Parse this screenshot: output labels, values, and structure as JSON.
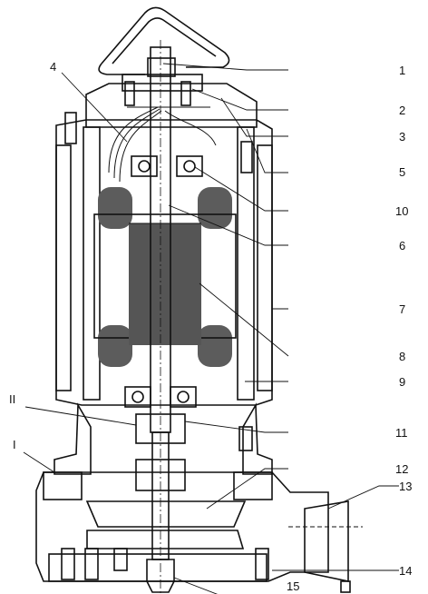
{
  "callouts": [
    {
      "id": "c1",
      "label": "1"
    },
    {
      "id": "c2",
      "label": "2"
    },
    {
      "id": "c3",
      "label": "3"
    },
    {
      "id": "c4",
      "label": "4"
    },
    {
      "id": "c5",
      "label": "5"
    },
    {
      "id": "c6",
      "label": "6"
    },
    {
      "id": "c7",
      "label": "7"
    },
    {
      "id": "c8",
      "label": "8"
    },
    {
      "id": "c9",
      "label": "9"
    },
    {
      "id": "c10",
      "label": "10"
    },
    {
      "id": "c11",
      "label": "11"
    },
    {
      "id": "c12",
      "label": "12"
    },
    {
      "id": "c13",
      "label": "13"
    },
    {
      "id": "c14",
      "label": "14"
    },
    {
      "id": "c15",
      "label": "15"
    },
    {
      "id": "cI",
      "label": "I"
    },
    {
      "id": "cII",
      "label": "II"
    }
  ]
}
